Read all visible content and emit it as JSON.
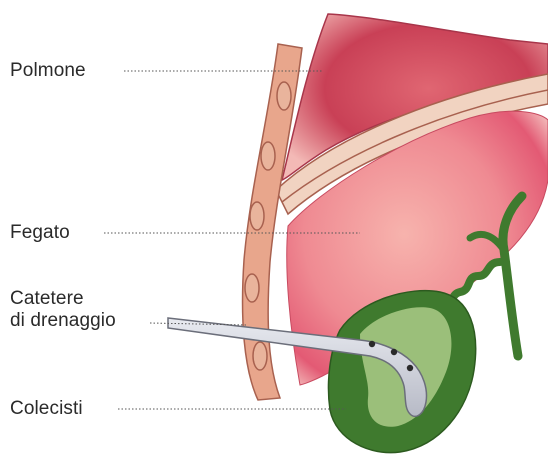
{
  "labels": {
    "polmone": "Polmone",
    "fegato": "Fegato",
    "catetere_line1": "Catetere",
    "catetere_line2": "di drenaggio",
    "colecisti": "Colecisti"
  },
  "colors": {
    "lung": "#c8475a",
    "lung_light": "#e6848c",
    "liver": "#e86a7a",
    "liver_light": "#f6aab0",
    "rib_band": "#e8a68c",
    "rib_edge": "#a8614f",
    "pleura": "#f2d4c2",
    "gallbladder": "#3f7a2e",
    "gallbladder_light": "#9bbf7a",
    "bile_duct": "#3f7a2e",
    "catheter": "#c9ccd6",
    "leader_line": "#555555"
  }
}
